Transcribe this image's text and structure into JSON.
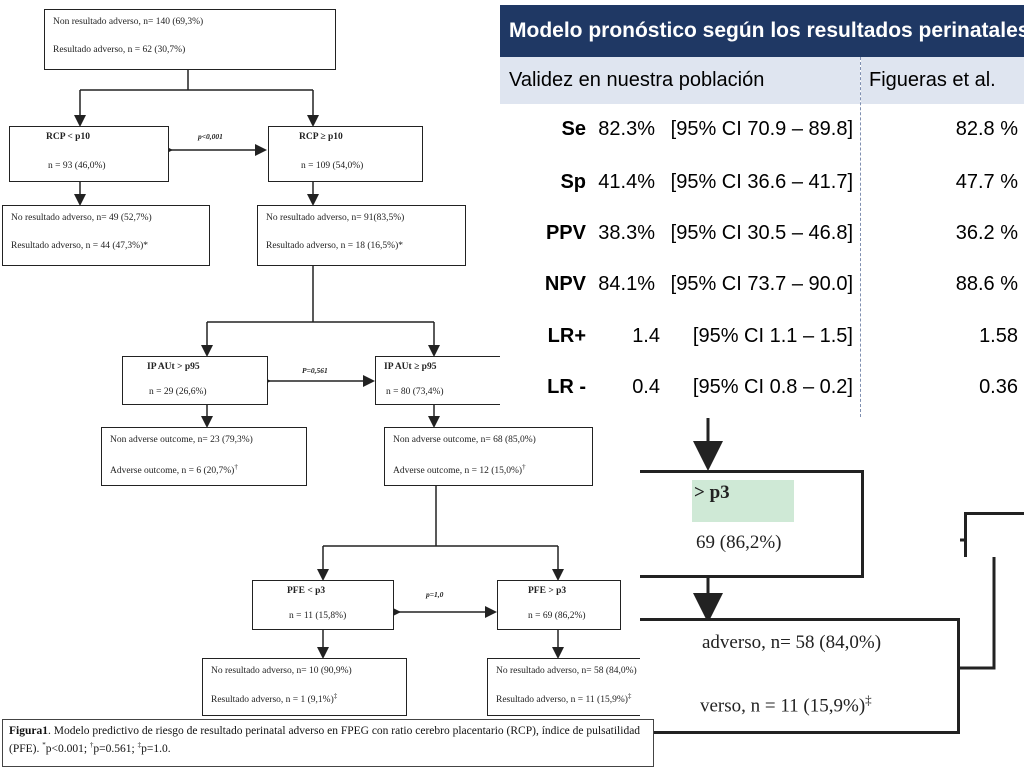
{
  "flowchart": {
    "top": {
      "line1": "Non resultado adverso, n= 140 (69,3%)",
      "line2": "Resultado adverso, n = 62 (30,7%)"
    },
    "rcp_low": {
      "title": "RCP < p10",
      "n": "n = 93 (46,0%)"
    },
    "rcp_high": {
      "title": "RCP ≥  p10",
      "n": "n = 109 (54,0%)"
    },
    "p_rcp": "p<0,001",
    "rcp_low_out": {
      "line1": "No resultado adverso, n= 49 (52,7%)",
      "line2": "Resultado adverso, n = 44 (47,3%)*"
    },
    "rcp_high_out": {
      "line1": "No resultado adverso, n= 91(83,5%)",
      "line2": "Resultado adverso, n = 18 (16,5%)*"
    },
    "ip_high": {
      "title": "IP AUt  >  p95",
      "n": "n = 29 (26,6%)"
    },
    "ip_low": {
      "title": "IP AUt  ≥  p95",
      "n": "n = 80 (73,4%)"
    },
    "p_ip": "P=0,561",
    "ip_high_out": {
      "line1": "Non adverse outcome, n= 23 (79,3%)",
      "line2": "Adverse outcome, n = 6 (20,7%)",
      "mark": "†"
    },
    "ip_low_out": {
      "line1": "Non adverse outcome, n= 68 (85,0%)",
      "line2": "Adverse outcome, n = 12 (15,0%)",
      "mark": "†"
    },
    "pfe_low": {
      "title": "PFE    < p3",
      "n": "n = 11 (15,8%)"
    },
    "pfe_high": {
      "title": "PFE    > p3",
      "n": "n = 69 (86,2%)"
    },
    "p_pfe": "p=1,0",
    "pfe_low_out": {
      "line1": "No resultado adverso, n= 10 (90,9%)",
      "line2": "Resultado adverso, n = 1 (9,1%)",
      "mark": "‡"
    },
    "pfe_high_out": {
      "line1": "No resultado adverso, n= 58 (84,0%)",
      "line2": "Resultado adverso, n = 11 (15,9%)",
      "mark": "‡"
    }
  },
  "caption": {
    "label": "Figura1",
    "text": ". Modelo predictivo de riesgo de resultado perinatal adverso en FPEG con ratio cerebro placentario (RCP), índice de pulsatilidad (PFE). ",
    "p1_mark": "*",
    "p1": "p<0.001; ",
    "p2_mark": "†",
    "p2": "p=0.561; ",
    "p3_mark": "‡",
    "p3": "p=1.0."
  },
  "zoom": {
    "green_text": "> p3",
    "n_text": "69 (86,2%)",
    "line1": "adverso,  n= 58 (84,0%)",
    "line2": "verso, n = 11 (15,9%)",
    "mark": "‡"
  },
  "table": {
    "title": "Modelo pronóstico según los resultados perinatales:",
    "col1_header": "Validez en nuestra población",
    "col2_header": "Figueras et al.",
    "rows": [
      {
        "label": "Se",
        "value": "82.3%",
        "ci": "[95% CI 70.9 – 89.8]",
        "ref": "82.8 %"
      },
      {
        "label": "Sp",
        "value": "41.4%",
        "ci": "[95% CI 36.6 – 41.7]",
        "ref": "47.7 %"
      },
      {
        "label": "PPV",
        "value": "38.3%",
        "ci": "[95% CI 30.5 – 46.8]",
        "ref": "36.2 %"
      },
      {
        "label": "NPV",
        "value": "84.1%",
        "ci": "[95% CI 73.7 – 90.0]",
        "ref": "88.6 %"
      },
      {
        "label": "LR+",
        "value": "1.4",
        "ci": "[95% CI 1.1 – 1.5]",
        "ref": "1.58"
      },
      {
        "label": "LR -",
        "value": "0.4",
        "ci": "[95% CI 0.8 – 0.2]",
        "ref": "0.36"
      }
    ]
  }
}
